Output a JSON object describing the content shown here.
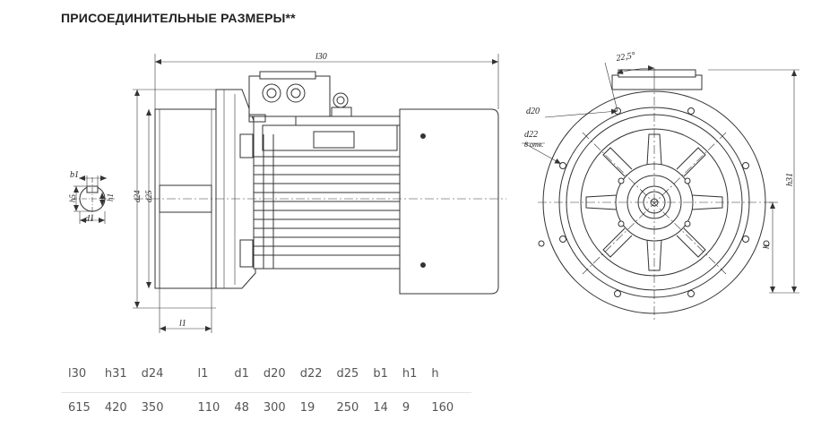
{
  "title": "ПРИСОЕДИНИТЕЛЬНЫЕ РАЗМЕРЫ**",
  "drawing_labels": {
    "l30": "l30",
    "l1": "l1",
    "d24": "d24",
    "d25": "d25",
    "b1": "b1",
    "h5": "h5",
    "h1": "h1",
    "d1": "d1",
    "angle": "22,5°",
    "d20": "d20",
    "d22": "d22",
    "holes": "8 отв.",
    "h31": "h31",
    "h": "h"
  },
  "table": {
    "headers": [
      "l30",
      "h31",
      "d24",
      "l1",
      "d1",
      "d20",
      "d22",
      "d25",
      "b1",
      "h1",
      "h"
    ],
    "values": [
      "615",
      "420",
      "350",
      "110",
      "48",
      "300",
      "19",
      "250",
      "14",
      "9",
      "160"
    ]
  }
}
